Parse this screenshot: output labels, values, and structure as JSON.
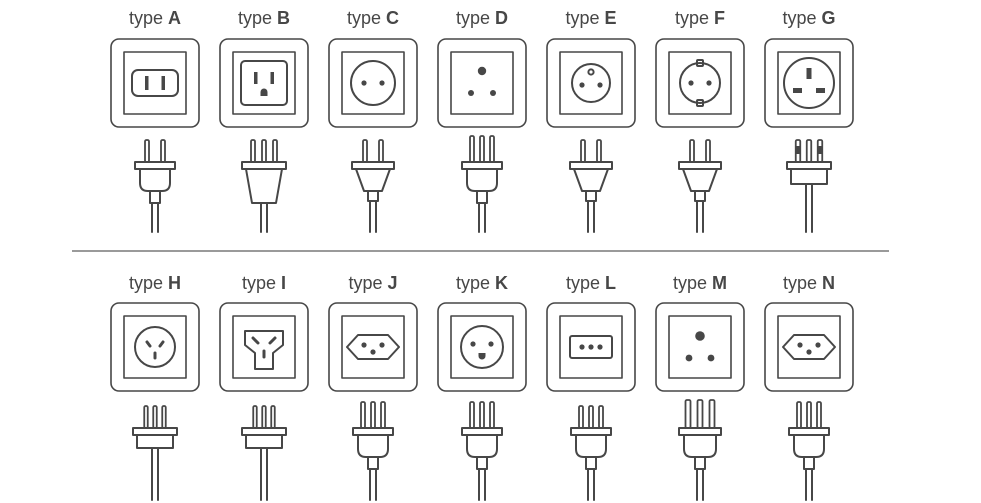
{
  "diagram": {
    "title": "",
    "colors": {
      "stroke": "#474747",
      "divider": "#9a9a9a",
      "background": "#ffffff"
    },
    "rows": [
      {
        "plugs": [
          {
            "prefix": "type",
            "letter": "A",
            "socket_icon": "two-flat-slots",
            "plug_icon": "two-flat-pins"
          },
          {
            "prefix": "type",
            "letter": "B",
            "socket_icon": "two-slots-with-ground-hole",
            "plug_icon": "three-pins"
          },
          {
            "prefix": "type",
            "letter": "C",
            "socket_icon": "two-round-holes",
            "plug_icon": "two-round-pins"
          },
          {
            "prefix": "type",
            "letter": "D",
            "socket_icon": "three-round-holes-triangle",
            "plug_icon": "three-round-pins"
          },
          {
            "prefix": "type",
            "letter": "E",
            "socket_icon": "two-holes-earth-pin",
            "plug_icon": "two-round-pins"
          },
          {
            "prefix": "type",
            "letter": "F",
            "socket_icon": "two-holes-side-clips",
            "plug_icon": "two-round-pins"
          },
          {
            "prefix": "type",
            "letter": "G",
            "socket_icon": "three-rectangular-slots",
            "plug_icon": "three-rectangular-pins"
          }
        ]
      },
      {
        "plugs": [
          {
            "prefix": "type",
            "letter": "H",
            "socket_icon": "three-slots-y-shape",
            "plug_icon": "three-flat-pins"
          },
          {
            "prefix": "type",
            "letter": "I",
            "socket_icon": "three-slots-angled",
            "plug_icon": "three-flat-pins"
          },
          {
            "prefix": "type",
            "letter": "J",
            "socket_icon": "three-holes-hexagonal-recess",
            "plug_icon": "three-round-pins"
          },
          {
            "prefix": "type",
            "letter": "K",
            "socket_icon": "three-holes-round-face",
            "plug_icon": "three-round-pins"
          },
          {
            "prefix": "type",
            "letter": "L",
            "socket_icon": "three-holes-in-line",
            "plug_icon": "three-round-pins-in-line"
          },
          {
            "prefix": "type",
            "letter": "M",
            "socket_icon": "three-large-round-holes",
            "plug_icon": "three-large-round-pins"
          },
          {
            "prefix": "type",
            "letter": "N",
            "socket_icon": "three-holes-hexagonal-recess",
            "plug_icon": "three-round-pins"
          }
        ]
      }
    ]
  }
}
